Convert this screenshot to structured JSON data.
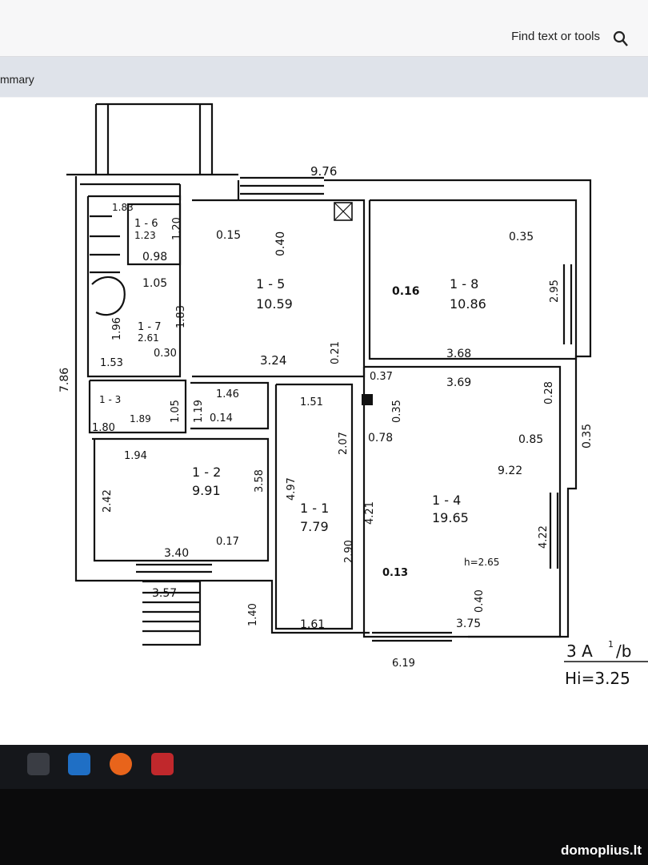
{
  "toolbar": {
    "find_label": "Find text or tools"
  },
  "tab": {
    "label": "mmary"
  },
  "plan": {
    "rooms": [
      {
        "id": "1 - 1",
        "area": "7.79"
      },
      {
        "id": "1 - 2",
        "area": "9.91"
      },
      {
        "id": "1 - 3",
        "area": "1.89"
      },
      {
        "id": "1 - 4",
        "area": "19.65"
      },
      {
        "id": "1 - 5",
        "area": "10.59"
      },
      {
        "id": "1 - 6",
        "area": "1.23"
      },
      {
        "id": "1 - 7",
        "area": "2.61"
      },
      {
        "id": "1 - 8",
        "area": "10.86"
      }
    ],
    "dims": [
      "9.76",
      "1.83",
      "1.20",
      "0.15",
      "0.40",
      "0.98",
      "1.05",
      "1.83",
      "1.96",
      "0.30",
      "1.53",
      "7.86",
      "1.05",
      "1.19",
      "1.46",
      "0.14",
      "1.80",
      "1.94",
      "3.58",
      "2.42",
      "0.17",
      "3.40",
      "3.57",
      "1.40",
      "4.97",
      "1.51",
      "2.07",
      "2.90",
      "1.61",
      "3.24",
      "0.21",
      "0.16",
      "3.68",
      "0.35",
      "2.95",
      "0.37",
      "3.69",
      "0.78",
      "0.35",
      "0.85",
      "0.28",
      "9.22",
      "0.35",
      "4.21",
      "0.13",
      "4.22",
      "0.40",
      "3.75",
      "6.19"
    ],
    "height_note": "h=2.65",
    "stamp_line1": "3  A",
    "stamp_sup": "1",
    "stamp_line1_end": "/b",
    "stamp_line2": "Hi=3.25"
  },
  "taskbar": {
    "icons": [
      "start-icon",
      "outlook-icon",
      "firefox-icon",
      "acrobat-icon"
    ]
  },
  "watermark": "domoplius.lt"
}
